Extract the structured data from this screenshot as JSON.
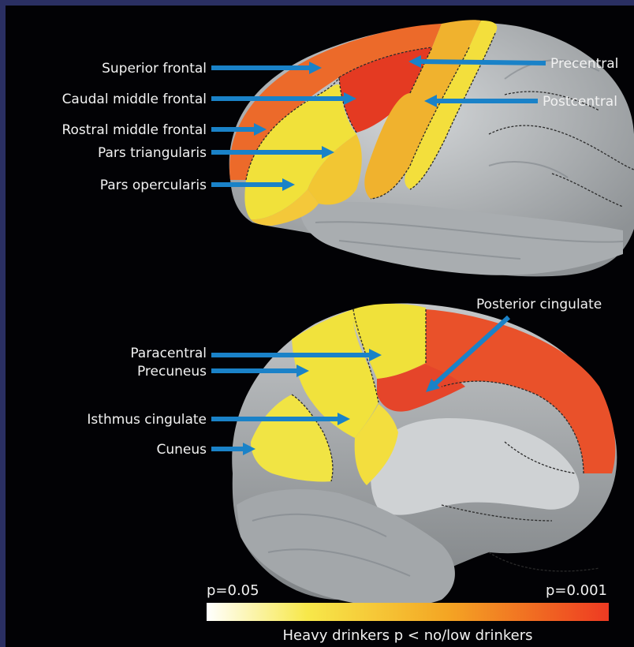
{
  "lateral_view": {
    "labels": [
      {
        "id": "superior-frontal",
        "text": "Superior frontal"
      },
      {
        "id": "caudal-middle-frontal",
        "text": "Caudal middle frontal"
      },
      {
        "id": "rostral-middle-frontal",
        "text": "Rostral middle frontal"
      },
      {
        "id": "pars-triangularis",
        "text": "Pars triangularis"
      },
      {
        "id": "pars-opercularis",
        "text": "Pars opercularis"
      },
      {
        "id": "precentral",
        "text": "Precentral"
      },
      {
        "id": "postcentral",
        "text": "Postcentral"
      }
    ]
  },
  "medial_view": {
    "labels": [
      {
        "id": "paracentral",
        "text": "Paracentral"
      },
      {
        "id": "precuneus",
        "text": "Precuneus"
      },
      {
        "id": "isthmus-cingulate",
        "text": "Isthmus cingulate"
      },
      {
        "id": "cuneus",
        "text": "Cuneus"
      },
      {
        "id": "posterior-cingulate",
        "text": "Posterior cingulate"
      }
    ]
  },
  "legend": {
    "low_label": "p=0.05",
    "high_label": "p=0.001",
    "caption": "Heavy drinkers p < no/low drinkers",
    "gradient_colors": [
      "#ffffff",
      "#f7e84a",
      "#f4a523",
      "#ee4a24"
    ]
  },
  "colors": {
    "arrow": "#1a82c8",
    "cortex": "#b8bcbf",
    "red": "#e7472a",
    "orange": "#ef8a26",
    "yellow": "#f3e73c"
  }
}
